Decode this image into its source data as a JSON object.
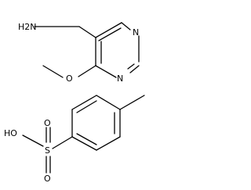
{
  "molecule_1": {
    "amine_group": "H2N",
    "ring_nitrogen_top": "N",
    "ring_nitrogen_bottom": "N",
    "ether_oxygen": "O"
  },
  "molecule_2": {
    "hydroxyl": "HO",
    "sulfur": "S",
    "oxo_top": "O",
    "oxo_bottom": "O"
  },
  "colors": {
    "bond": "#000000",
    "background": "#ffffff"
  }
}
